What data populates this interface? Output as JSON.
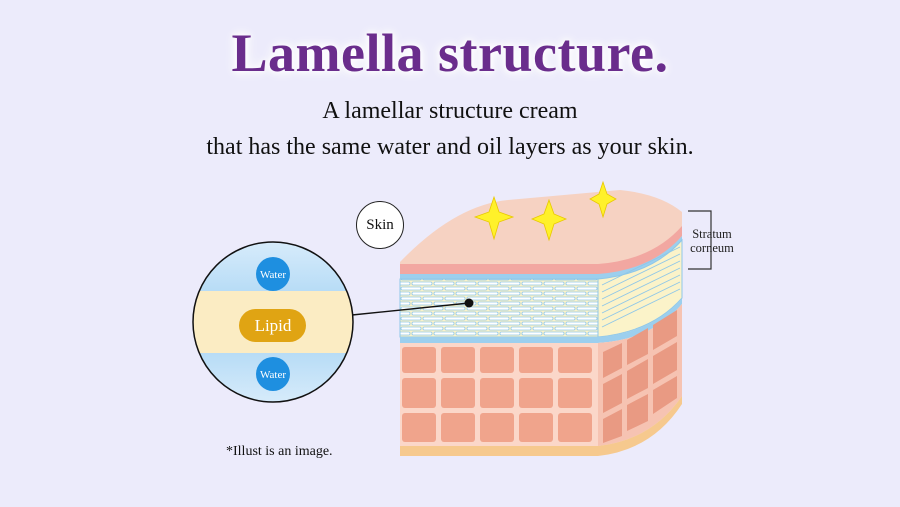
{
  "title": "Lamella structure.",
  "subtitle_line1": "A lamellar structure cream",
  "subtitle_line2": "that has the same water and oil layers as your skin.",
  "labels": {
    "skin": "Skin",
    "stratum_line1": "Stratum",
    "stratum_line2": "corneum",
    "water_top": "Water",
    "lipid": "Lipid",
    "water_bottom": "Water"
  },
  "note": "*Illust is an image.",
  "colors": {
    "title": "#6a2d8c",
    "background": "#ecebfb",
    "water_bubble": "#1e8fe0",
    "lipid_pill": "#e0a413",
    "lipid_band": "#fbecc3",
    "skin_surface": "#f6d2c2",
    "cell_fill": "#f0a48c",
    "sparkle": "#fff12a"
  }
}
